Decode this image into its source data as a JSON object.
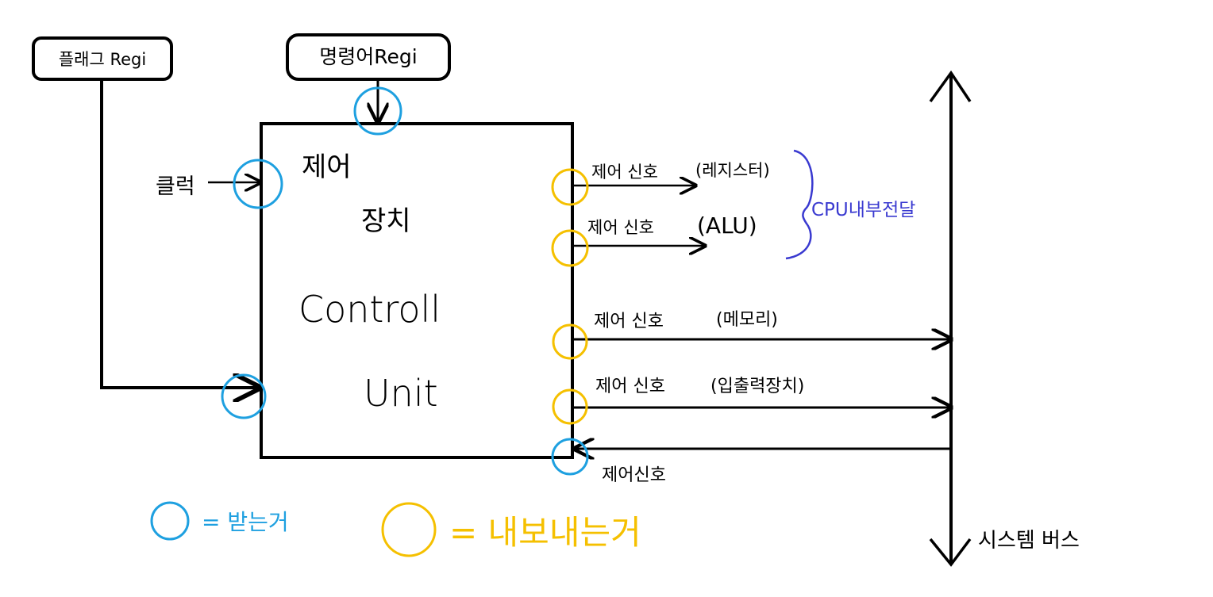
{
  "colors": {
    "ink": "#000000",
    "receive": "#1ea0e0",
    "send": "#f5c000",
    "brace": "#3a3ad0"
  },
  "top_boxes": {
    "flag_register": "플래그 Regi",
    "instruction_register": "명령어Regi"
  },
  "control_unit": {
    "line1": "제어",
    "line2": "장치",
    "line3": "Controll",
    "line4": "Unit"
  },
  "inputs": {
    "clock": "클럭"
  },
  "signals": [
    {
      "label": "제어 신호",
      "target": "(레지스터)"
    },
    {
      "label": "제어 신호",
      "target": "(ALU)"
    },
    {
      "label": "제어 신호",
      "target": "(메모리)"
    },
    {
      "label": "제어 신호",
      "target": "(입출력장치)"
    }
  ],
  "bus_feedback": "제어신호",
  "brace_label": "CPU내부전달",
  "system_bus": "시스템 버스",
  "legend": {
    "receive": "= 받는거",
    "send": "= 내보내는거"
  }
}
